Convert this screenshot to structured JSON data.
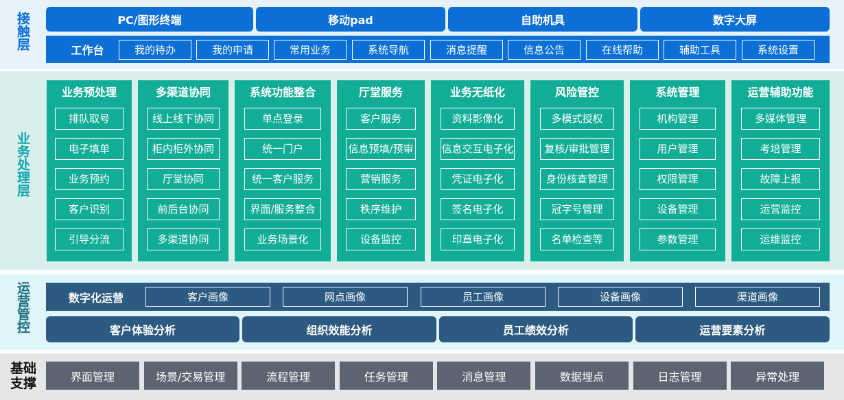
{
  "contact_layer": {
    "label": "接触层",
    "terminals": [
      "PC/图形终端",
      "移动pad",
      "自助机具",
      "数字大屏"
    ],
    "workbench_label": "工作台",
    "workbench_items": [
      "我的待办",
      "我的申请",
      "常用业务",
      "系统导航",
      "消息提醒",
      "信息公告",
      "在线帮助",
      "辅助工具",
      "系统设置"
    ]
  },
  "business_layer": {
    "label": "业务处理层",
    "columns": [
      {
        "title": "业务预处理",
        "items": [
          "排队取号",
          "电子填单",
          "业务预约",
          "客户识别",
          "引导分流"
        ]
      },
      {
        "title": "多渠道协同",
        "items": [
          "线上线下协同",
          "柜内柜外协同",
          "厅堂协同",
          "前后台协同",
          "多渠道协同"
        ]
      },
      {
        "title": "系统功能整合",
        "items": [
          "单点登录",
          "统一门户",
          "统一客户服务",
          "界面/服务整合",
          "业务场景化"
        ]
      },
      {
        "title": "厅堂服务",
        "items": [
          "客户服务",
          "信息预填/预审",
          "营销服务",
          "秩序维护",
          "设备监控"
        ]
      },
      {
        "title": "业务无纸化",
        "items": [
          "资料影像化",
          "信息交互电子化",
          "凭证电子化",
          "签名电子化",
          "印章电子化"
        ]
      },
      {
        "title": "风险管控",
        "items": [
          "多模式授权",
          "复核/审批管理",
          "身份核查管理",
          "冠字号管理",
          "名单检查等"
        ]
      },
      {
        "title": "系统管理",
        "items": [
          "机构管理",
          "用户管理",
          "权限管理",
          "设备管理",
          "参数管理"
        ]
      },
      {
        "title": "运营辅助功能",
        "items": [
          "多媒体管理",
          "考培管理",
          "故障上报",
          "运营监控",
          "运维监控"
        ]
      }
    ]
  },
  "operations_layer": {
    "label": "运营管控",
    "digital_label": "数字化运营",
    "profiles": [
      "客户画像",
      "网点画像",
      "员工画像",
      "设备画像",
      "渠道画像"
    ],
    "analyses": [
      "客户体验分析",
      "组织效能分析",
      "员工绩效分析",
      "运营要素分析"
    ]
  },
  "foundation_layer": {
    "label": "基础支撑",
    "items": [
      "界面管理",
      "场景/交易管理",
      "流程管理",
      "任务管理",
      "消息管理",
      "数据埋点",
      "日志管理",
      "异常处理"
    ]
  },
  "colors": {
    "contact_blue": "#0b6fd6",
    "business_teal": "#12ad96",
    "operations_navy": "#2d5a80",
    "foundation_gray": "#5b6470"
  }
}
